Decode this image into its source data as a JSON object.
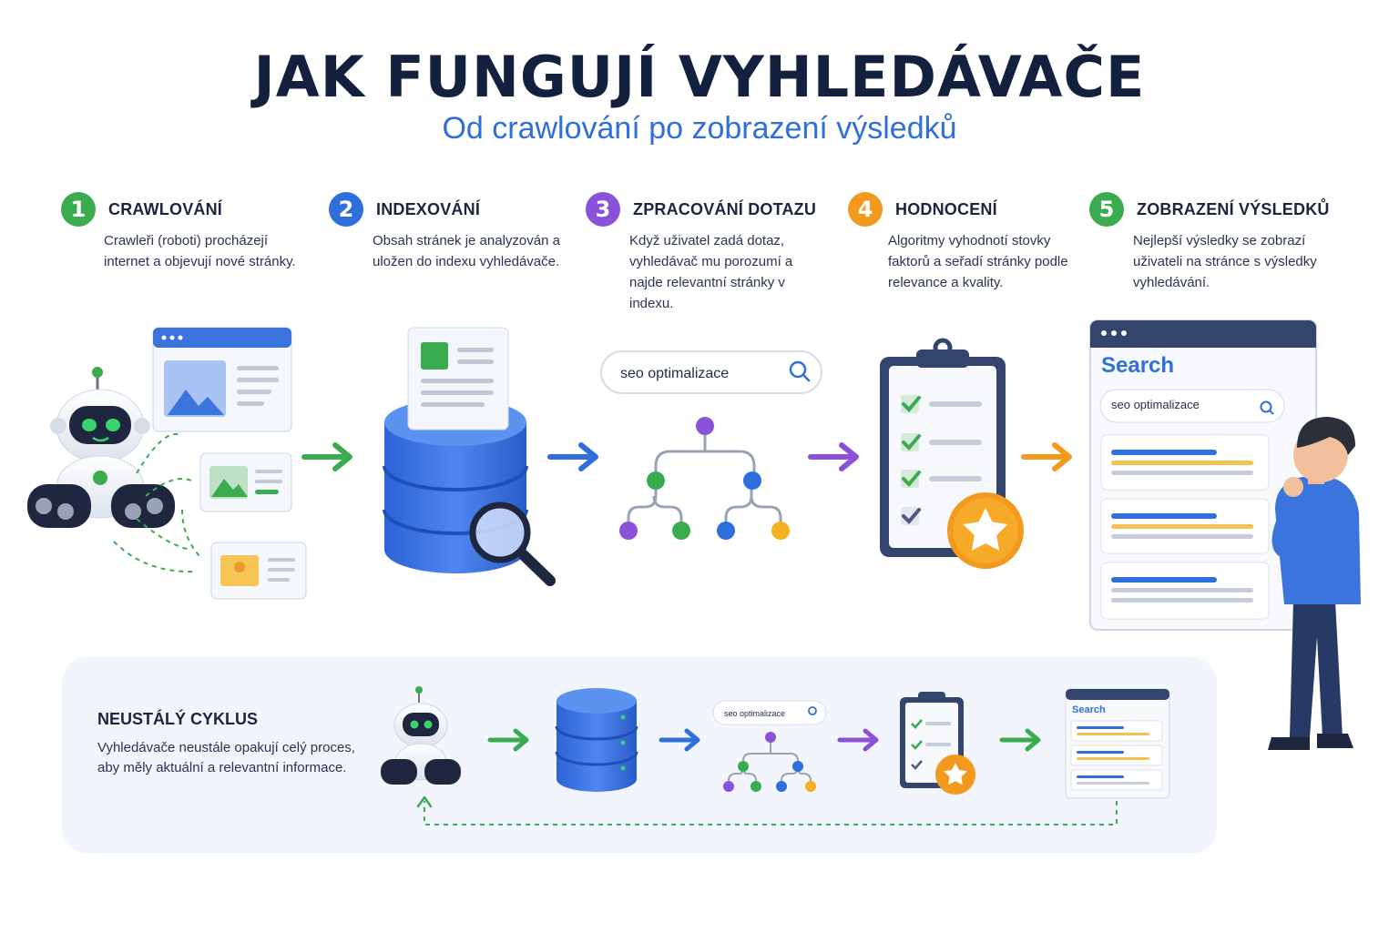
{
  "title": "JAK FUNGUJÍ VYHLEDÁVAČE",
  "subtitle": "Od crawlování po zobrazení výsledků",
  "colors": {
    "green": "#3bab4f",
    "blue": "#2f6fdc",
    "purple": "#8a52d8",
    "orange": "#f39a1e",
    "navy": "#33446d"
  },
  "steps": [
    {
      "number": "1",
      "title": "CRAWLOVÁNÍ",
      "desc": "Crawleři (roboti) procházejí internet a objevují nové stránky."
    },
    {
      "number": "2",
      "title": "INDEXOVÁNÍ",
      "desc": "Obsah stránek je analyzován a uložen do indexu vyhledávače."
    },
    {
      "number": "3",
      "title": "ZPRACOVÁNÍ DOTAZU",
      "desc": "Když uživatel zadá dotaz, vyhledávač mu porozumí a najde relevantní stránky v indexu."
    },
    {
      "number": "4",
      "title": "HODNOCENÍ",
      "desc": "Algoritmy vyhodnotí stovky faktorů a seřadí stránky podle relevance a kvality."
    },
    {
      "number": "5",
      "title": "ZOBRAZENÍ VÝSLEDKŮ",
      "desc": "Nejlepší výsledky se zobrazí uživateli na stránce s výsledky vyhledávání."
    }
  ],
  "query": "seo optimalizace",
  "search_logo": "Search",
  "cycle": {
    "title": "NEUSTÁLÝ CYKLUS",
    "desc": "Vyhledávače neustále opakují celý proces, aby měly aktuální a relevantní informace."
  }
}
